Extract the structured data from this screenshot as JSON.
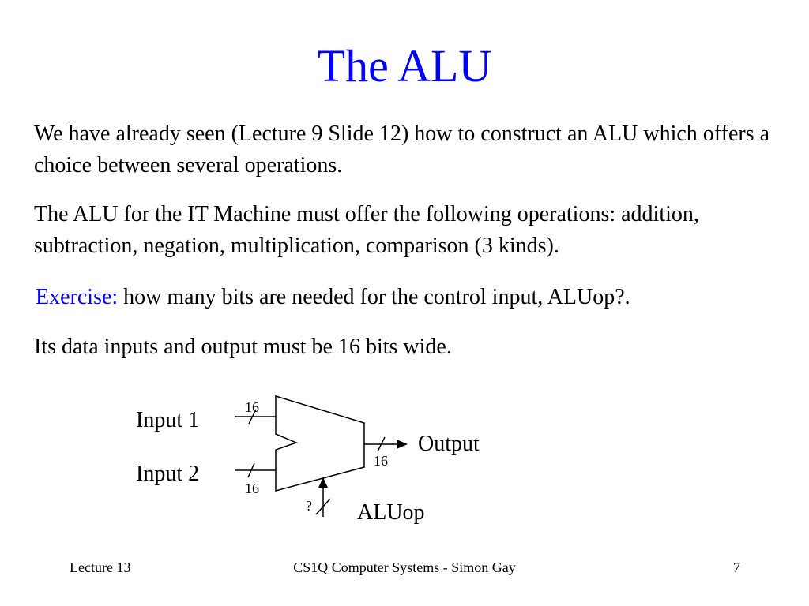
{
  "slide": {
    "title": "The ALU",
    "paragraph1": "We have already seen (Lecture 9 Slide 12) how to construct an ALU which offers a choice between several operations.",
    "paragraph2": "The ALU for the IT Machine must offer the following operations: addition, subtraction, negation, multiplication, comparison (3 kinds).",
    "exercise_label": "Exercise:",
    "exercise_text": " how many bits are needed for the control input, ALUop?.",
    "paragraph4": "Its data inputs and output must be 16 bits wide.",
    "title_color": "#0000ff"
  },
  "diagram": {
    "input1_label": "Input 1",
    "input2_label": "Input 2",
    "output_label": "Output",
    "aluop_label": "ALUop",
    "input1_width": "16",
    "input2_width": "16",
    "output_width": "16",
    "aluop_width": "?"
  },
  "footer": {
    "left": "Lecture 13",
    "center": "CS1Q Computer Systems - Simon Gay",
    "page_number": "7"
  }
}
